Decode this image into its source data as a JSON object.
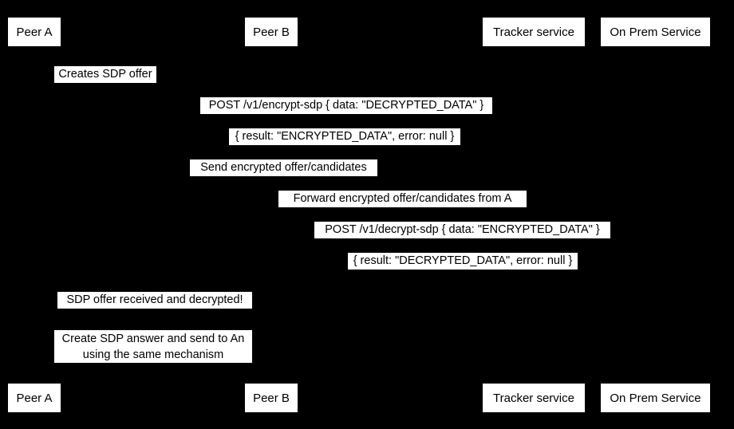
{
  "diagram": {
    "type": "sequence-diagram",
    "background_color": "#000000",
    "label_background_color": "#ffffff",
    "label_text_color": "#000000",
    "participants_top": [
      {
        "name": "peer-a",
        "label": "Peer A"
      },
      {
        "name": "peer-b",
        "label": "Peer B"
      },
      {
        "name": "tracker-service",
        "label": "Tracker service"
      },
      {
        "name": "on-prem-service",
        "label": "On Prem Service"
      }
    ],
    "participants_bottom": [
      {
        "name": "peer-a",
        "label": "Peer A"
      },
      {
        "name": "peer-b",
        "label": "Peer B"
      },
      {
        "name": "tracker-service",
        "label": "Tracker service"
      },
      {
        "name": "on-prem-service",
        "label": "On Prem Service"
      }
    ],
    "messages": [
      {
        "name": "creates-sdp-offer",
        "text": "Creates SDP offer"
      },
      {
        "name": "post-encrypt-sdp",
        "text": "POST /v1/encrypt-sdp { data: \"DECRYPTED_DATA\" }"
      },
      {
        "name": "encrypt-sdp-result",
        "text": "{ result: \"ENCRYPTED_DATA\", error: null }"
      },
      {
        "name": "send-encrypted-offer-candidates",
        "text": "Send encrypted offer/candidates"
      },
      {
        "name": "forward-encrypted-offer-candidates",
        "text": "Forward encrypted offer/candidates from A"
      },
      {
        "name": "post-decrypt-sdp",
        "text": "POST /v1/decrypt-sdp { data: \"ENCRYPTED_DATA\" }"
      },
      {
        "name": "decrypt-sdp-result",
        "text": "{ result: \"DECRYPTED_DATA\", error: null }"
      },
      {
        "name": "sdp-offer-received",
        "text": "SDP offer received and decrypted!"
      },
      {
        "name": "create-sdp-answer-line1",
        "text": "Create SDP answer and send to An"
      },
      {
        "name": "create-sdp-answer-line2",
        "text": "using the same mechanism"
      }
    ]
  }
}
